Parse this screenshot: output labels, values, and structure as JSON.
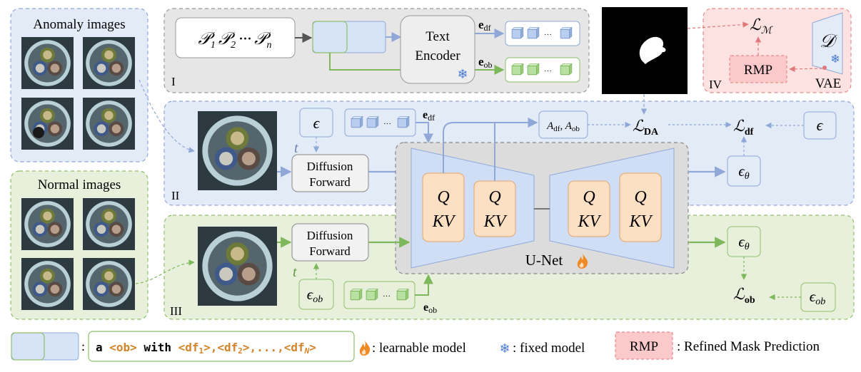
{
  "panels": {
    "anomaly_title": "Anomaly images",
    "normal_title": "Normal images"
  },
  "prompts": {
    "p1": "𝒫",
    "p1_sub": "1",
    "p2": "𝒫",
    "p2_sub": "2",
    "dots": "···",
    "pn": "𝒫",
    "pn_sub": "n"
  },
  "encoder": {
    "line1": "Text",
    "line2": "Encoder",
    "e_df": "e",
    "e_df_sub": "df",
    "e_ob": "e",
    "e_ob_sub": "ob"
  },
  "rows": {
    "I": "I",
    "II": "II",
    "III": "III",
    "IV": "IV"
  },
  "block2": {
    "epsilon": "ϵ",
    "t": "t",
    "e_df": "e",
    "e_df_sub": "df",
    "diffusion_1": "Diffusion",
    "diffusion_2": "Forward",
    "attn_A": "A",
    "attn_df": "df",
    "attn_comma": ", A",
    "attn_ob": "ob",
    "L_DA": "ℒ",
    "L_DA_sub": "DA",
    "L_df": "ℒ",
    "L_df_sub": "df",
    "eps_right": "ϵ",
    "eps_theta": "ϵ",
    "eps_theta_sub": "θ"
  },
  "block3": {
    "diffusion_1": "Diffusion",
    "diffusion_2": "Forward",
    "t": "t",
    "eps_ob": "ϵ",
    "eps_ob_sub": "ob",
    "e_ob": "e",
    "e_ob_sub": "ob",
    "eps_theta": "ϵ",
    "eps_theta_sub": "θ",
    "L_ob": "ℒ",
    "L_ob_sub": "ob",
    "eps_ob_right": "ϵ",
    "eps_ob_right_sub": "ob"
  },
  "unet": {
    "q": "Q",
    "kv": "KV",
    "label": "U-Net"
  },
  "block4": {
    "L_M": "ℒ",
    "L_M_sub": "ℳ",
    "D": "𝒟",
    "rmp": "RMP",
    "vae": "VAE"
  },
  "legend": {
    "colon": ":",
    "prompt_a": "a ",
    "prompt_ob": "<ob>",
    "prompt_with": " with ",
    "prompt_df1": "<df",
    "prompt_df1_sub": "1",
    "prompt_df1_end": ">,",
    "prompt_df2": "<df",
    "prompt_df2_sub": "2",
    "prompt_df2_end": ">,...,",
    "prompt_dfN": "<df",
    "prompt_dfN_sub": "N",
    "prompt_dfN_end": ">",
    "learnable": ": learnable model",
    "fixed": ": fixed model",
    "rmp": "RMP",
    "rmp_desc": ": Refined Mask Prediction"
  },
  "colors": {
    "blue_bg": "#e3ebf7",
    "blue_border": "#8fa8d8",
    "blue_arrow": "#8fa8d8",
    "green_bg": "#e8f0dc",
    "green_border": "#8fbf6a",
    "green_arrow": "#7db85a",
    "gray_bg": "#e6e6e6",
    "pink_bg": "#fde2e2",
    "pink_border": "#e88a8a",
    "orange_block": "#fde0c4",
    "token_blue": "#b8cdef",
    "token_green": "#b8e0a0"
  }
}
